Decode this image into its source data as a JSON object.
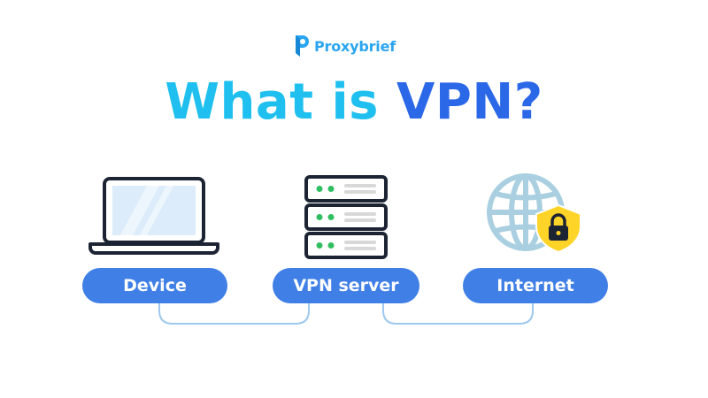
{
  "brand": {
    "name": "Proxybrief",
    "color": "#2aa5f0"
  },
  "headline": {
    "part_a": "What is ",
    "part_b": "VPN?",
    "color_a": "#1fc0ef",
    "color_b": "#2b68e8"
  },
  "nodes": [
    {
      "label": "Device",
      "icon": "laptop-icon"
    },
    {
      "label": "VPN server",
      "icon": "server-rack-icon"
    },
    {
      "label": "Internet",
      "icon": "globe-lock-icon"
    }
  ],
  "colors": {
    "pill": "#3f7fe6",
    "connector": "#9ec8ef",
    "globe": "#a9cfe0",
    "shield": "#ffd428",
    "server_led": "#2fbf60"
  }
}
